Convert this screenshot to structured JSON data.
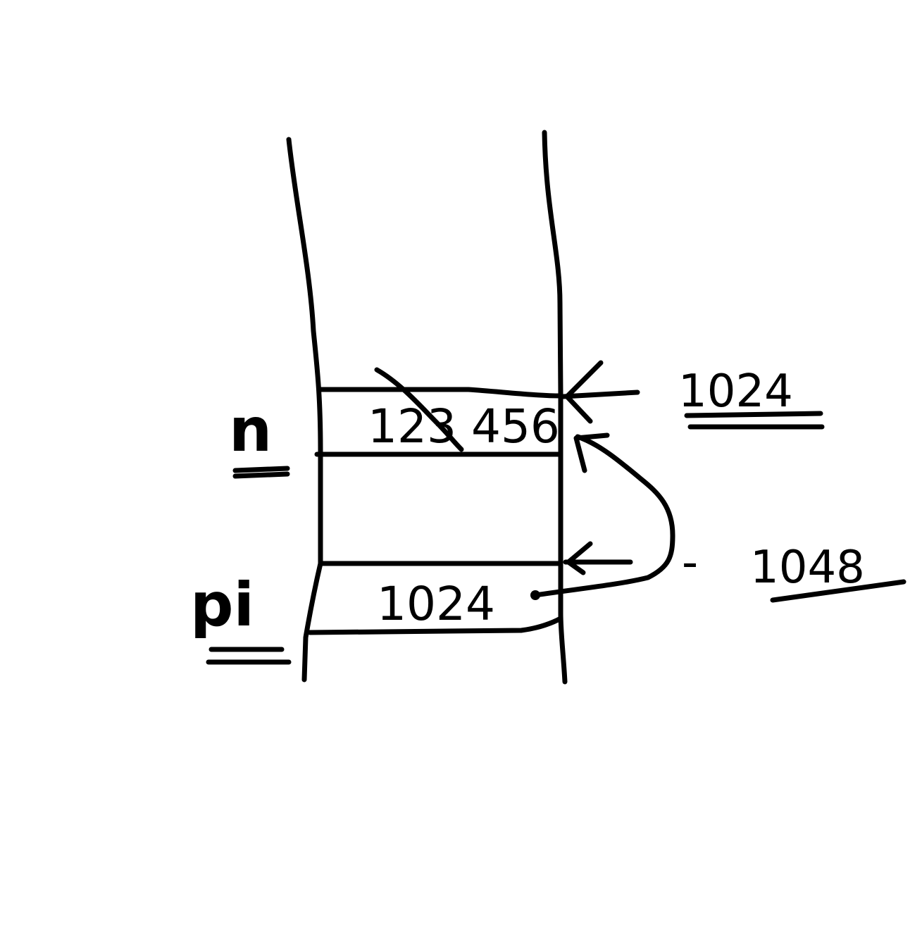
{
  "diagram": {
    "variables": {
      "n": {
        "name": "n",
        "value": "123 456",
        "address": "1024"
      },
      "pi": {
        "name": "pi",
        "value": "1024",
        "address": "1048"
      }
    },
    "dash": "-",
    "colors": {
      "ink": "#000000",
      "paper": "#ffffff"
    }
  }
}
